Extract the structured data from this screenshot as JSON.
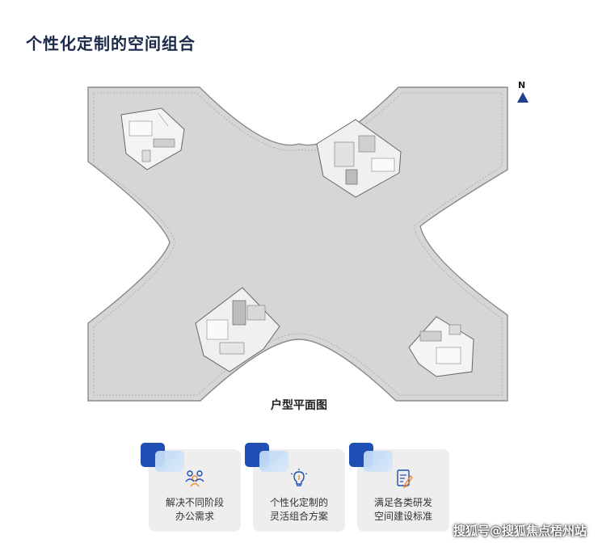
{
  "title": "个性化定制的空间组合",
  "compass": {
    "label": "N",
    "accent": "#1f3f8f"
  },
  "plan": {
    "caption": "户型平面图"
  },
  "features": [
    {
      "icon": "people-icon",
      "line1": "解决不同阶段",
      "line2": "办公需求"
    },
    {
      "icon": "lightbulb-icon",
      "line1": "个性化定制的",
      "line2": "灵活组合方案"
    },
    {
      "icon": "document-edit-icon",
      "line1": "满足各类研发",
      "line2": "空间建设标准"
    }
  ],
  "watermark": "搜狐号@搜狐焦点梧州站",
  "colors": {
    "accent": "#1f4fb5",
    "floor": "#d9d9d9",
    "text": "#1b2a4a"
  }
}
